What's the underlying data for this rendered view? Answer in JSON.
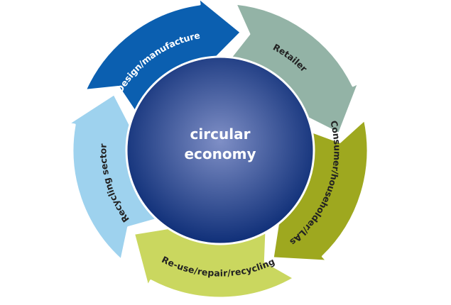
{
  "center": {
    "line1": "circular",
    "line2": "economy",
    "color_inner": "#7f8fc6",
    "color_outer": "#0f2f78"
  },
  "segments": [
    {
      "label": "Design/manufacture",
      "color": "#0b5fb0",
      "text_color": "#ffffff"
    },
    {
      "label": "Retailer",
      "color": "#93b3a6",
      "text_color": "#222222"
    },
    {
      "label": "Consumer/householder/LAs",
      "color": "#9ea81f",
      "text_color": "#222222"
    },
    {
      "label": "Re-use/repair/recycling",
      "color": "#cad75f",
      "text_color": "#222222"
    },
    {
      "label": "Recycling sector",
      "color": "#9ed2ee",
      "text_color": "#222222"
    }
  ],
  "border_color": "#ffffff"
}
